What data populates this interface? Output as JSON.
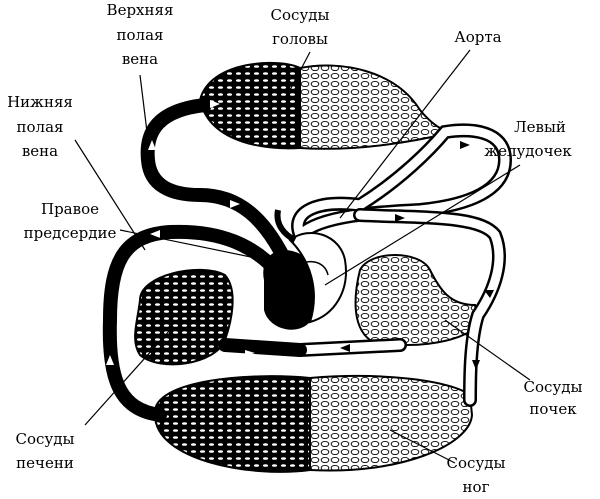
{
  "title": "Схема кровообращения",
  "labels": {
    "superior_vena_cava": [
      "Верхняя",
      "полая",
      "вена"
    ],
    "head_vessels": [
      "Сосуды",
      "головы"
    ],
    "aorta": [
      "Аорта"
    ],
    "inferior_vena_cava": [
      "Нижняя",
      "полая",
      "вена"
    ],
    "left_ventricle": [
      "Левый",
      "желудочек"
    ],
    "right_atrium": [
      "Правое",
      "предсердие"
    ],
    "kidney_vessels": [
      "Сосуды",
      "почек"
    ],
    "liver_vessels": [
      "Сосуды",
      "печени"
    ],
    "leg_vessels": [
      "Сосуды",
      "ног"
    ]
  },
  "colors": {
    "venous": "#000000",
    "arterial": "#ffffff",
    "outline": "#000000"
  }
}
